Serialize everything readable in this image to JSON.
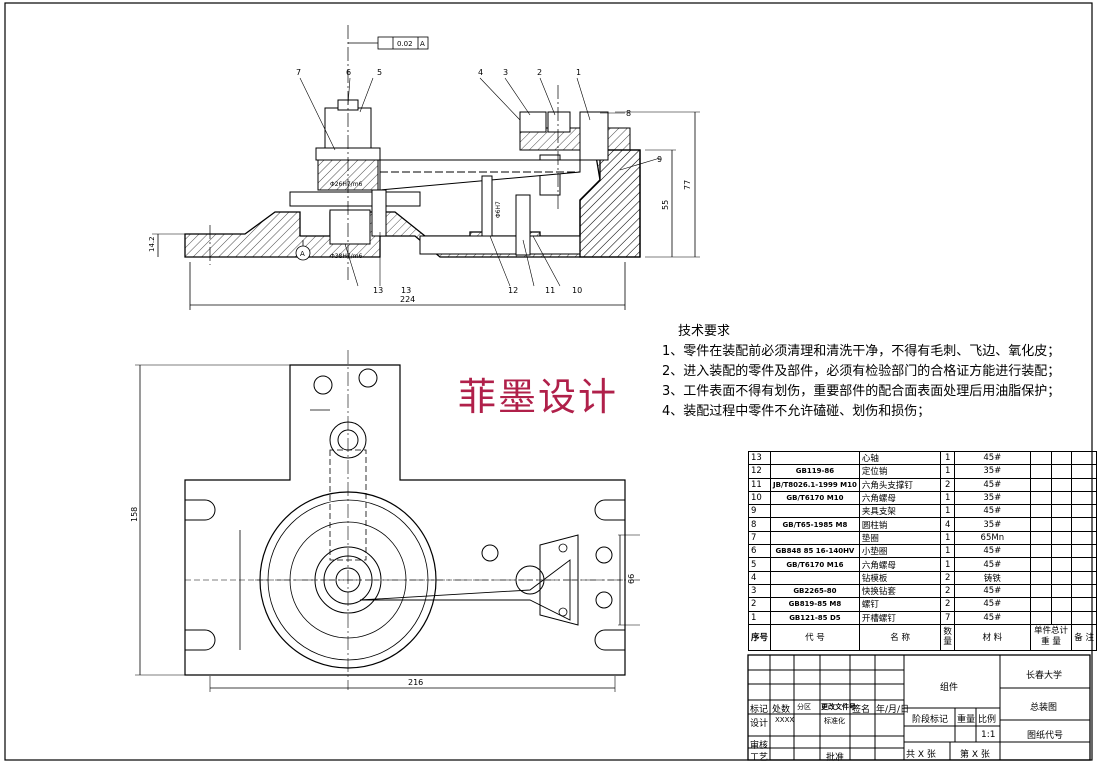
{
  "front_view": {
    "balloons": [
      "1",
      "2",
      "3",
      "4",
      "5",
      "6",
      "7",
      "8",
      "9",
      "10",
      "11",
      "12",
      "13",
      "13"
    ],
    "tolerance_frame": {
      "value": "0.02",
      "datum": "A"
    },
    "datum_label": "A",
    "dim_total_width": "224",
    "dim_height_77": "77",
    "dim_height_55": "55",
    "dim_left_height": "14.2",
    "dim_bore_upper": "Φ26H7/m6",
    "dim_bore_lower": "Φ38H7/m6",
    "dim_pin": "Φ6H7"
  },
  "top_view": {
    "dim_width": "216",
    "dim_height": "158",
    "dim_right": "66"
  },
  "requirements": {
    "title": "技术要求",
    "items": [
      "1、零件在装配前必须清理和清洗干净，不得有毛刺、飞边、氧化皮；",
      "2、进入装配的零件及部件，必须有检验部门的合格证方能进行装配；",
      "3、工件表面不得有划伤，重要部件的配合面表面处理后用油脂保护；",
      "4、装配过程中零件不允许磕碰、划伤和损伤；"
    ]
  },
  "watermark": "菲墨设计",
  "bom": {
    "rows": [
      {
        "no": "13",
        "code": "",
        "name": "心轴",
        "qty": "1",
        "mat": "45#"
      },
      {
        "no": "12",
        "code": "GB119-86",
        "name": "定位销",
        "qty": "1",
        "mat": "35#"
      },
      {
        "no": "11",
        "code": "JB/T8026.1-1999 M10",
        "name": "六角头支撑钉",
        "qty": "2",
        "mat": "45#"
      },
      {
        "no": "10",
        "code": "GB/T6170 M10",
        "name": "六角螺母",
        "qty": "1",
        "mat": "35#"
      },
      {
        "no": "9",
        "code": "",
        "name": "夹具支架",
        "qty": "1",
        "mat": "45#"
      },
      {
        "no": "8",
        "code": "GB/T65-1985 M8",
        "name": "圆柱销",
        "qty": "4",
        "mat": "35#"
      },
      {
        "no": "7",
        "code": "",
        "name": "垫圈",
        "qty": "1",
        "mat": "65Mn"
      },
      {
        "no": "6",
        "code": "GB848 85 16-140HV",
        "name": "小垫圈",
        "qty": "1",
        "mat": "45#"
      },
      {
        "no": "5",
        "code": "GB/T6170 M16",
        "name": "六角螺母",
        "qty": "1",
        "mat": "45#"
      },
      {
        "no": "4",
        "code": "",
        "name": "钻模板",
        "qty": "2",
        "mat": "铸铁"
      },
      {
        "no": "3",
        "code": "GB2265-80",
        "name": "快换钻套",
        "qty": "2",
        "mat": "45#"
      },
      {
        "no": "2",
        "code": "GB819-85 M8",
        "name": "螺钉",
        "qty": "2",
        "mat": "45#"
      },
      {
        "no": "1",
        "code": "GB121-85 D5",
        "name": "开槽螺钉",
        "qty": "7",
        "mat": "45#"
      }
    ],
    "header": {
      "no": "序号",
      "code": "代 号",
      "name": "名 称",
      "qty": "数量",
      "mat": "材 料",
      "unit_w": "单件",
      "total_w": "总计",
      "weight": "重 量",
      "note": "备 注"
    }
  },
  "title_block": {
    "part_name": "组件",
    "school": "长春大学",
    "drawing_title": "总装图",
    "drawing_code": "图纸代号",
    "scale": "1:1",
    "stage_mark": "阶段标记",
    "weight": "重量",
    "ratio": "比例",
    "total_sheets": "共 X 张",
    "sheet_no": "第 X 张",
    "mark": "标记",
    "count": "处数",
    "zone": "分区",
    "change_doc": "更改文件号",
    "signature": "签名",
    "date": "年/月/日",
    "design": "设计",
    "designer": "XXXX",
    "standardize": "标准化",
    "review": "审核",
    "process": "工艺",
    "approve": "批准"
  }
}
